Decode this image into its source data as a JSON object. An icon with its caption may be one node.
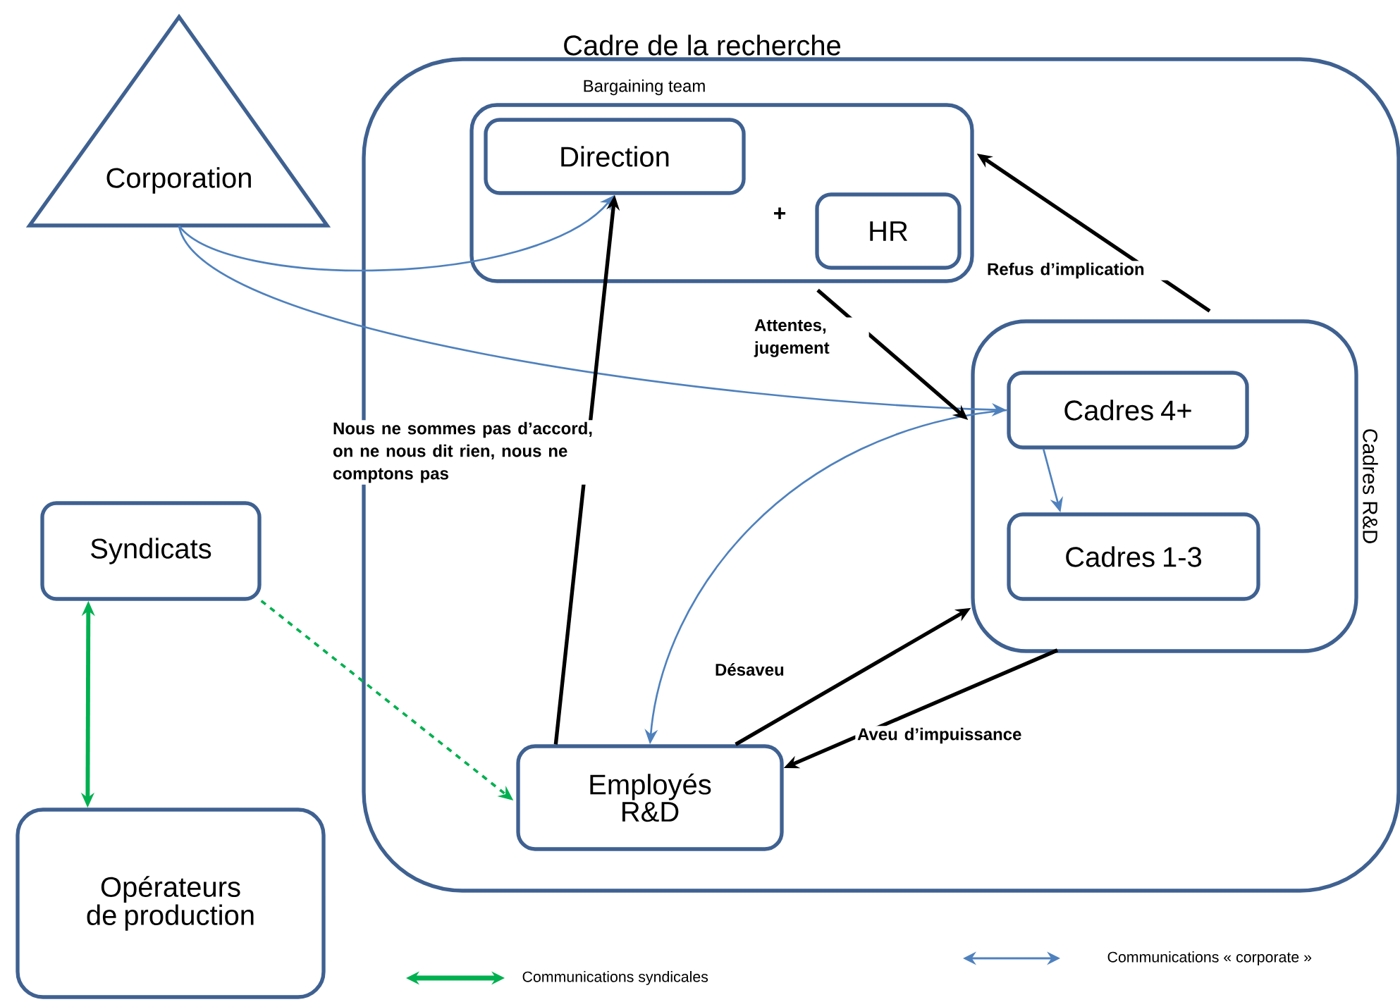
{
  "diagram": {
    "nodes": [
      {
        "text": [
          "Cadre de la recherche"
        ]
      },
      {
        "text": [
          "Bargaining team"
        ],
        "in": 0
      },
      {
        "text": [
          "Direction"
        ],
        "in": 1
      },
      {
        "text": [
          "HR"
        ],
        "in": 1
      },
      {
        "text": [
          "Corporation"
        ]
      },
      {
        "text": [
          "Cadres R&D"
        ],
        "in": 0
      },
      {
        "text": [
          "Cadres 4+"
        ],
        "in": 5
      },
      {
        "text": [
          "Cadres 1-3"
        ],
        "in": 5
      },
      {
        "text": [
          "Employés R&D"
        ],
        "in": 0
      },
      {
        "text": [
          "Syndicats"
        ]
      },
      {
        "text": [
          "Opérateurs de production"
        ]
      }
    ],
    "edges": [
      {
        "from": 4,
        "to": 2,
        "arrow": "to",
        "color": "#4f81bd"
      },
      {
        "from": 4,
        "to": 6,
        "arrow": "to",
        "color": "#4f81bd"
      },
      {
        "from": 6,
        "to": 8,
        "arrow": "to",
        "color": "#4f81bd"
      },
      {
        "from": 6,
        "to": 7,
        "arrow": "to",
        "color": "#4f81bd"
      },
      {
        "from": 8,
        "to": 2,
        "arrow": "to",
        "label": "Nous ne sommes pas d’accord, on ne nous dit rien, nous ne comptons pas"
      },
      {
        "from": 1,
        "to": 5,
        "arrow": "to",
        "label": "Attentes, jugement"
      },
      {
        "from": 5,
        "to": 1,
        "arrow": "to",
        "label": "Refus d’implication"
      },
      {
        "from": 8,
        "to": 5,
        "arrow": "to",
        "label": "Désaveu"
      },
      {
        "from": 5,
        "to": 8,
        "arrow": "to",
        "label": "Aveu d’impuissance"
      },
      {
        "from": 9,
        "to": 8,
        "arrow": "to",
        "style": "dashed",
        "color": "#00b050"
      },
      {
        "from": 9,
        "to": 10,
        "arrow": "both",
        "color": "#00b050"
      }
    ],
    "labels": [
      "+"
    ],
    "legend": [
      {
        "text": "Communications syndicales"
      },
      {
        "text": "Communications « corporate »"
      }
    ]
  }
}
